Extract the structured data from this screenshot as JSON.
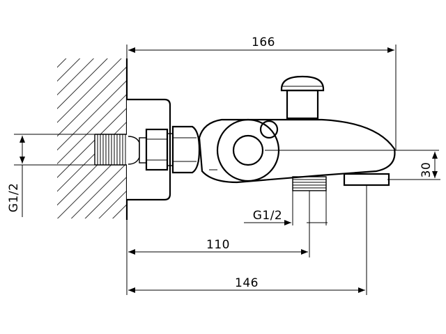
{
  "drawing": {
    "dimensions": {
      "overall_length": "166",
      "outlet_offset": "110",
      "spout_length": "146",
      "spout_height": "30",
      "inlet_thread": "G1/2",
      "outlet_thread": "G1/2"
    }
  }
}
